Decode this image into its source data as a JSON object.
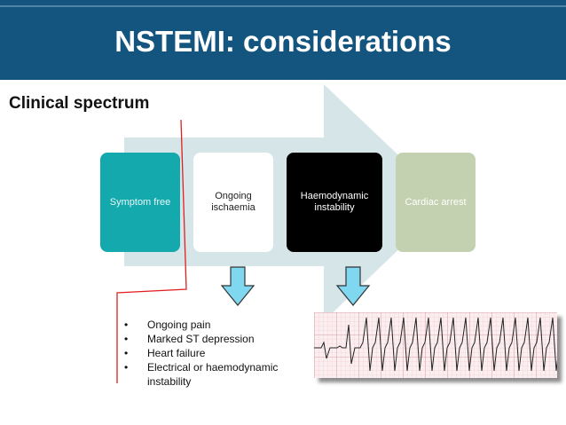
{
  "slide": {
    "title": "NSTEMI: considerations",
    "subtitle": "Clinical spectrum"
  },
  "stages": [
    {
      "label": "Symptom free",
      "fill": "#14a9ad",
      "text_color": "#e6f7f7"
    },
    {
      "label": "Ongoing ischaemia",
      "fill": "#ffffff",
      "text_color": "#222222"
    },
    {
      "label": "Haemodynamic instability",
      "fill": "#000000",
      "text_color": "#ffffff"
    },
    {
      "label": "Cardiac arrest",
      "fill": "#c3d1b0",
      "text_color": "#ffffff"
    }
  ],
  "bullets": [
    "Ongoing pain",
    "Marked ST depression",
    "Heart failure",
    "Electrical or haemodynamic instability"
  ],
  "icons": {
    "down_arrow": "down-arrow-icon",
    "ecg": "ecg-strip-image"
  },
  "colors": {
    "header": "#13557f",
    "background_arrow": "#d5e5e8",
    "down_arrow_fill": "#7fd8f0",
    "divider_line": "#e02020"
  }
}
